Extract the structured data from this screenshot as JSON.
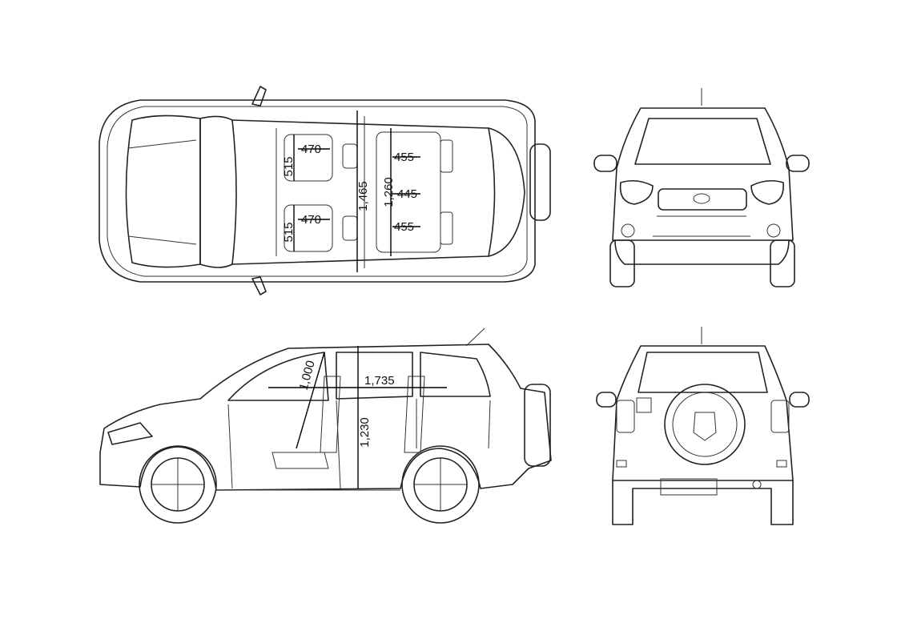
{
  "views": {
    "top": {
      "seat_width_front_left": "470",
      "seat_depth_front_left": "515",
      "seat_width_front_right": "470",
      "seat_depth_front_right": "515",
      "interior_width": "1,465",
      "rear_width": "1,260",
      "rear_seat_upper": "455",
      "rear_center": "445",
      "rear_seat_lower": "455"
    },
    "side": {
      "front_height": "1,000",
      "cabin_length": "1,735",
      "interior_height": "1,230"
    }
  }
}
